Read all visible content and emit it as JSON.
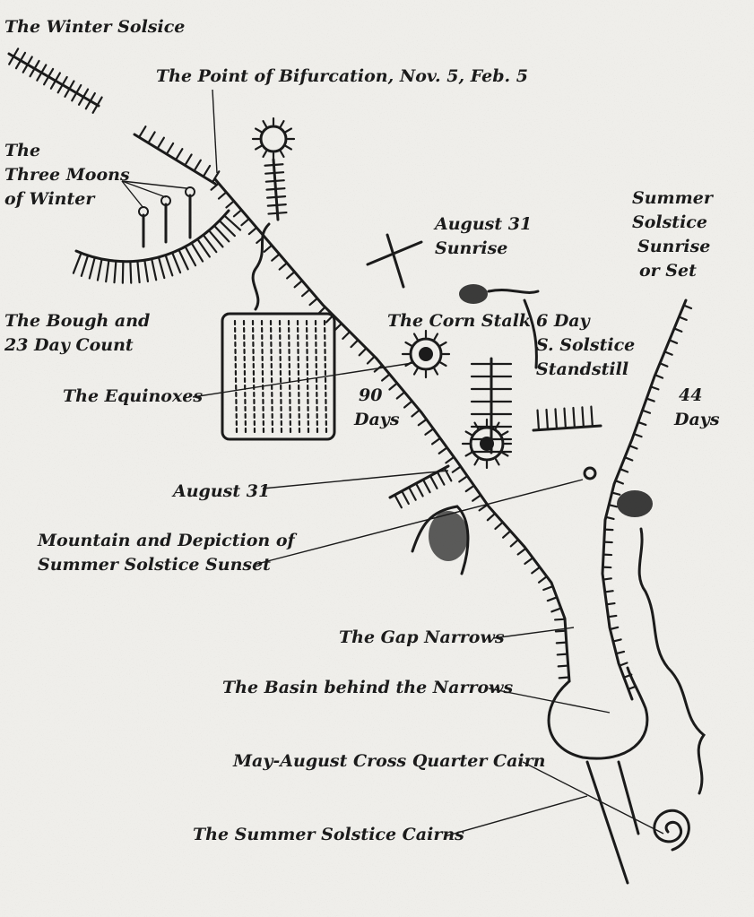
{
  "labels": {
    "winter_solstice": "The Winter Solsice",
    "bifurcation": "The Point of Bifurcation, Nov. 5, Feb. 5",
    "three_moons": [
      "The",
      "Three Moons",
      "of Winter"
    ],
    "aug31_sunrise": [
      "August 31",
      "Sunrise"
    ],
    "summer_solstice_sunrise": [
      "Summer",
      "Solstice",
      "Sunrise",
      "or Set"
    ],
    "bough": [
      "The Bough and",
      "23 Day Count"
    ],
    "corn_stalk": "The Corn Stalk",
    "six_day": [
      "6 Day",
      "S. Solstice",
      "Standstill"
    ],
    "equinoxes": "The Equinoxes",
    "ninety": [
      "90",
      "Days"
    ],
    "forty_four": [
      "44",
      "Days"
    ],
    "aug31": "August 31",
    "mountain": [
      "Mountain and Depiction of",
      "Summer Solstice Sunset"
    ],
    "gap": "The Gap Narrows",
    "basin": "The Basin behind the Narrows",
    "cairn": "May-August Cross Quarter Cairn",
    "summer_cairns": "The Summer Solstice Cairns"
  },
  "colors": {
    "ink": "#1b1b1b",
    "paper": "#efeeea"
  }
}
